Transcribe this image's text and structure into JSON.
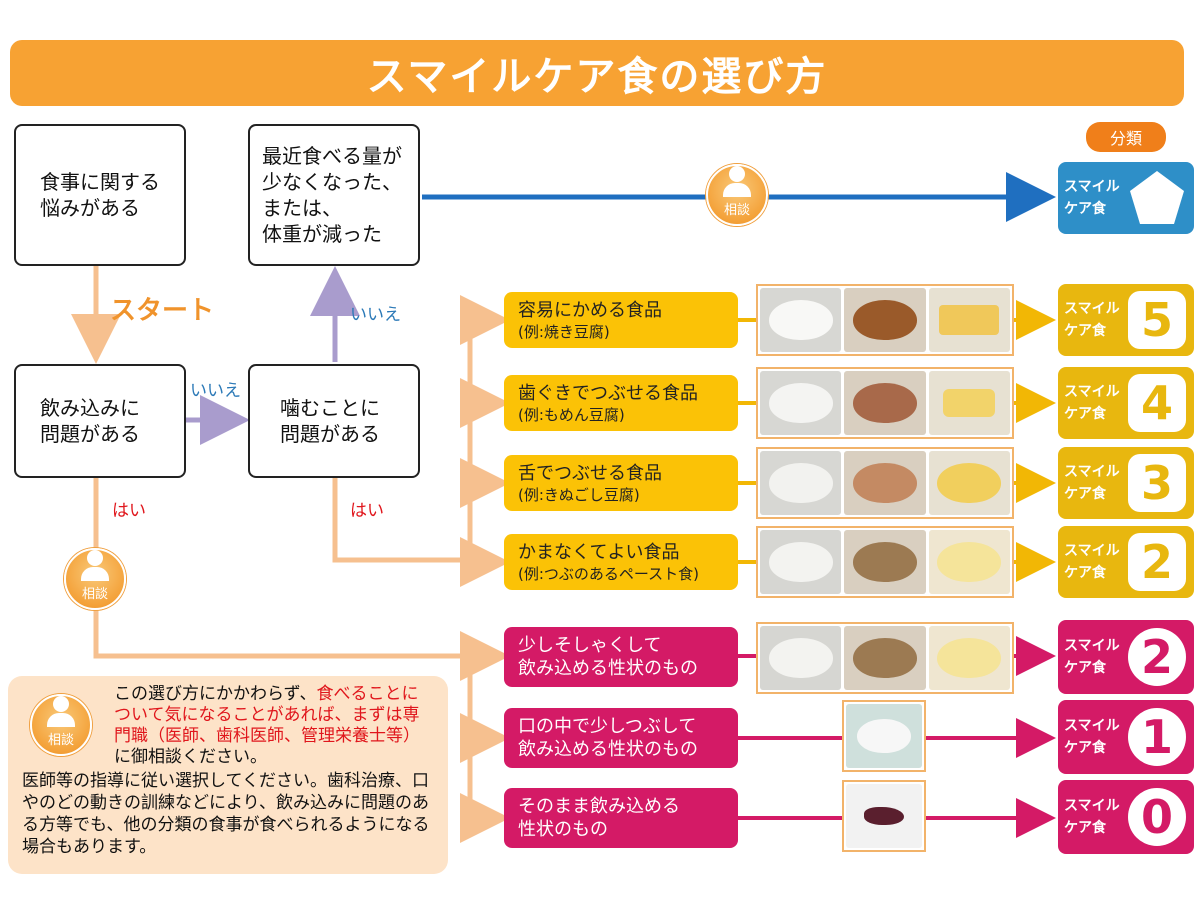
{
  "title": "スマイルケア食の選び方",
  "classification_label": "分類",
  "start_label": "スタート",
  "consult_label": "相談",
  "questions": {
    "worry": "食事に関する\n悩みがある",
    "appetite": "最近食べる量が\n少なくなった、\nまたは、\n体重が減った",
    "swallow": "飲み込みに\n問題がある",
    "chew": "噛むことに\n問題がある"
  },
  "answers": {
    "yes": "はい",
    "no": "いいえ"
  },
  "blue_badge": {
    "text": "スマイル\nケア食",
    "color": "#2e8fc8"
  },
  "yellow_foods": [
    {
      "label": "容易にかめる食品",
      "example": "(例:焼き豆腐)",
      "number": "5"
    },
    {
      "label": "歯ぐきでつぶせる食品",
      "example": "(例:もめん豆腐)",
      "number": "4"
    },
    {
      "label": "舌でつぶせる食品",
      "example": "(例:きぬごし豆腐)",
      "number": "3"
    },
    {
      "label": "かまなくてよい食品",
      "example": "(例:つぶのあるペースト食)",
      "number": "2"
    }
  ],
  "magenta_foods": [
    {
      "label": "少しそしゃくして\n飲み込める性状のもの",
      "number": "2"
    },
    {
      "label": "口の中で少しつぶして\n飲み込める性状のもの",
      "number": "1"
    },
    {
      "label": "そのまま飲み込める\n性状のもの",
      "number": "0"
    }
  ],
  "badge_text": "スマイル\nケア食",
  "colors": {
    "orange": "#f7a233",
    "yellow": "#fbc206",
    "badge_yellow": "#e8b70f",
    "magenta": "#d41a66",
    "blue": "#2e8fc8",
    "purple": "#a99ccd",
    "peach": "#f6c08f"
  },
  "note": {
    "lead_plain1": "この選び方にかかわらず、",
    "lead_red": "食べることについて気になることがあれば、まずは専門職（医師、歯科医師、管理栄養士等）",
    "lead_plain2": "に御相談ください。",
    "body": "医師等の指導に従い選択してください。歯科治療、口やのどの動きの訓練などにより、飲み込みに問題のある方等でも、他の分類の食事が食べられるようになる場合もあります。"
  }
}
